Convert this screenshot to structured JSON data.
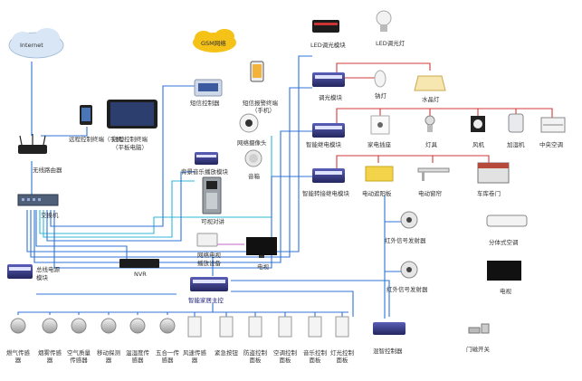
{
  "labels": {
    "internet": "Internet",
    "gsm": "GSM网络",
    "led_module": "LED调光模块",
    "led_lamp": "LED调光灯",
    "dimmer_module": "调光模块",
    "incandescent": "钠灯",
    "chandelier": "水晶灯",
    "relay_module": "智能继电模块",
    "socket": "家电插座",
    "spotlight": "灯具",
    "fan": "风机",
    "humidifier": "加湿机",
    "central_ac": "中央空调",
    "motor_module": "智能转接继电模块",
    "curtain_track": "电动遮阳板",
    "curtain": "电动窗帘",
    "garage_door": "车库卷门",
    "ir_emitter_1": "红外信号发射器",
    "ir_emitter_2": "红外信号发射器",
    "split_ac": "分体式空调",
    "tv_right": "电视",
    "wireless_router": "无线路由器",
    "remote_phone": "远程控制终端（手机）",
    "remote_pad_1": "远程控制终端",
    "remote_pad_2": "（平板电脑）",
    "sms_module": "短信控制器",
    "sms_terminal_1": "短信报警终端",
    "sms_terminal_2": "（手机）",
    "ip_camera": "网络摄像头",
    "switch": "交换机",
    "music_module": "背景音乐播放模块",
    "speaker": "音箱",
    "intercom": "可视对讲",
    "media_player_1": "网络电视",
    "media_player_2": "播放设备",
    "tv_mid": "电视",
    "nvr": "NVR",
    "bus_power_1": "总线电源",
    "bus_power_2": "模块",
    "main_controller": "智能家居主控",
    "gateway": "混智控制器",
    "door_sensor": "门磁开关",
    "sensors": [
      "燃气传感器",
      "烟雾传感器",
      "空气质量传感器",
      "移动探测器",
      "温湿度传感器",
      "五合一传感器",
      "风速传感器",
      "紧急按钮",
      "防盗控制面板",
      "空调控制面板",
      "音乐控制面板",
      "灯光控制面板"
    ]
  },
  "colors": {
    "bus_wire": "#2f73d8",
    "power_wire": "#d23a3a",
    "lan_wire": "#2fb7d8",
    "av_wire": "#c065c8",
    "cloud": "#d8e6f5",
    "gsm_cloud": "#f5c218"
  }
}
